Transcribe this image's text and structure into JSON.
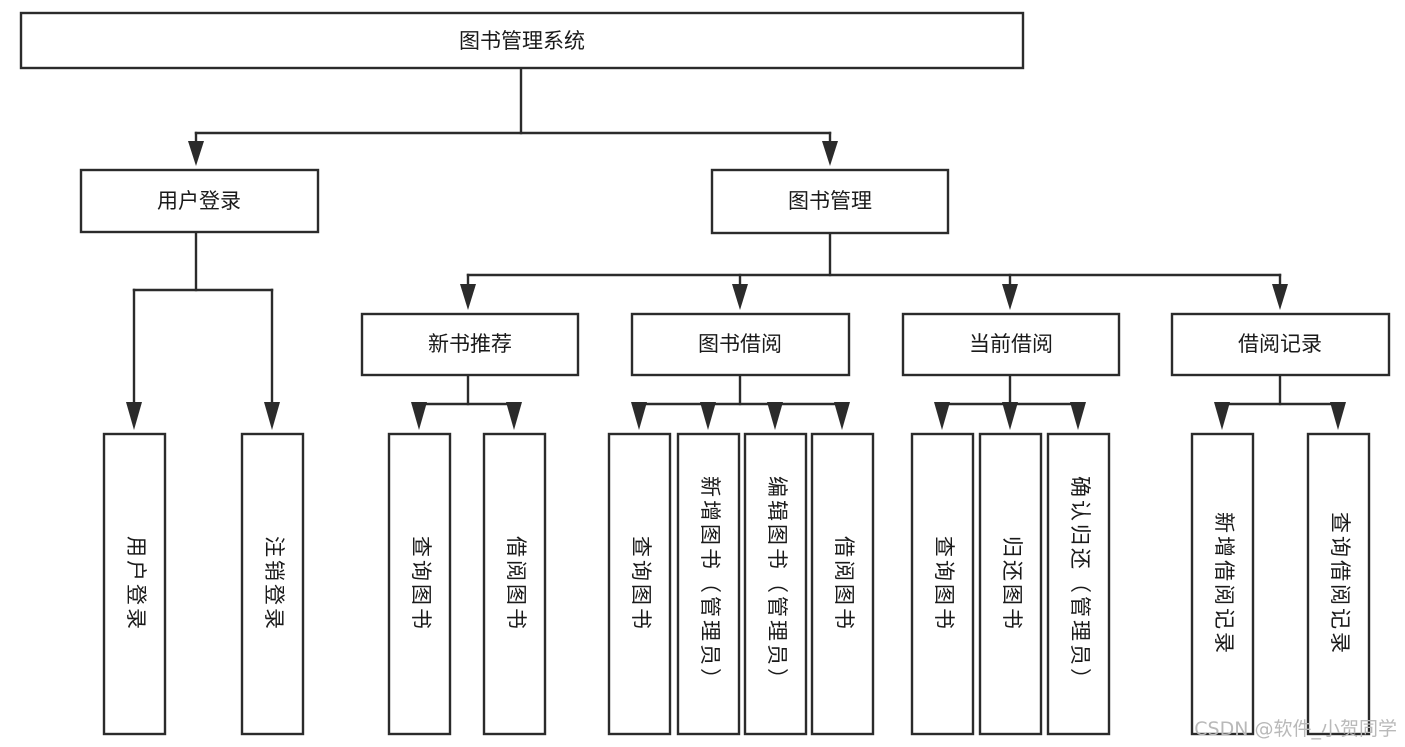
{
  "diagram": {
    "type": "tree-hierarchy-chart",
    "title": "图书管理系统",
    "background_color": "#ffffff",
    "line_color": "#2b2b2b",
    "text_color": "#1a1a1a",
    "levels": [
      {
        "level": 1,
        "nodes": [
          {
            "id": "root",
            "label": "图书管理系统",
            "orientation": "horizontal"
          }
        ]
      },
      {
        "level": 2,
        "nodes": [
          {
            "id": "login",
            "label": "用户登录",
            "orientation": "horizontal",
            "parent": "root"
          },
          {
            "id": "bookmgmt",
            "label": "图书管理",
            "orientation": "horizontal",
            "parent": "root"
          }
        ]
      },
      {
        "level": 3,
        "nodes": [
          {
            "id": "newbook",
            "label": "新书推荐",
            "orientation": "horizontal",
            "parent": "bookmgmt"
          },
          {
            "id": "borrow",
            "label": "图书借阅",
            "orientation": "horizontal",
            "parent": "bookmgmt"
          },
          {
            "id": "current",
            "label": "当前借阅",
            "orientation": "horizontal",
            "parent": "bookmgmt"
          },
          {
            "id": "records",
            "label": "借阅记录",
            "orientation": "horizontal",
            "parent": "bookmgmt"
          }
        ]
      },
      {
        "level": 4,
        "nodes": [
          {
            "id": "leaf-user-login",
            "label": "用户登录",
            "orientation": "vertical",
            "parent": "login"
          },
          {
            "id": "leaf-user-logout",
            "label": "注销登录",
            "orientation": "vertical",
            "parent": "login"
          },
          {
            "id": "leaf-newbook-query",
            "label": "查询图书",
            "orientation": "vertical",
            "parent": "newbook"
          },
          {
            "id": "leaf-newbook-borrow",
            "label": "借阅图书",
            "orientation": "vertical",
            "parent": "newbook"
          },
          {
            "id": "leaf-borrow-query",
            "label": "查询图书",
            "orientation": "vertical",
            "parent": "borrow"
          },
          {
            "id": "leaf-borrow-add",
            "label": "新增图书（管理员）",
            "orientation": "vertical",
            "parent": "borrow"
          },
          {
            "id": "leaf-borrow-edit",
            "label": "编辑图书（管理员）",
            "orientation": "vertical",
            "parent": "borrow"
          },
          {
            "id": "leaf-borrow-borrow",
            "label": "借阅图书",
            "orientation": "vertical",
            "parent": "borrow"
          },
          {
            "id": "leaf-current-query",
            "label": "查询图书",
            "orientation": "vertical",
            "parent": "current"
          },
          {
            "id": "leaf-current-return",
            "label": "归还图书",
            "orientation": "vertical",
            "parent": "current"
          },
          {
            "id": "leaf-current-confirm",
            "label": "确认归还（管理员）",
            "orientation": "vertical",
            "parent": "current"
          },
          {
            "id": "leaf-records-add",
            "label": "新增借阅记录",
            "orientation": "vertical",
            "parent": "records"
          },
          {
            "id": "leaf-records-query",
            "label": "查询借阅记录",
            "orientation": "vertical",
            "parent": "records"
          }
        ]
      }
    ]
  },
  "watermark": {
    "text": "CSDN @软件_小贺同学"
  }
}
